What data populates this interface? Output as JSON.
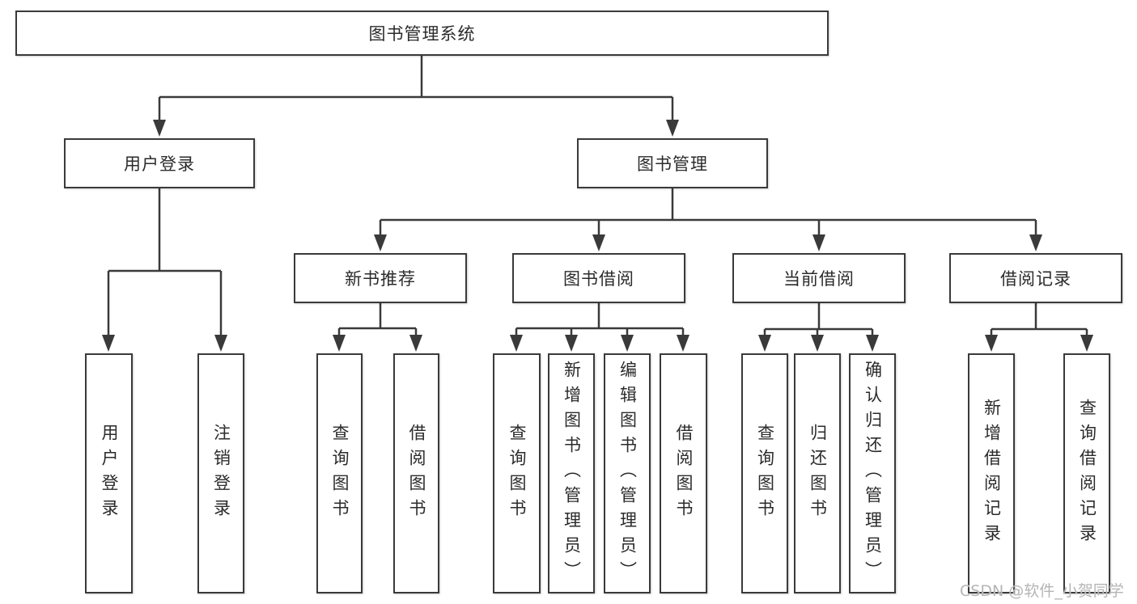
{
  "tree": {
    "root": {
      "label": "图书管理系统"
    },
    "branches": [
      {
        "label": "用户登录",
        "children": [
          "用户登录",
          "注销登录"
        ]
      },
      {
        "label": "图书管理",
        "sections": [
          {
            "label": "新书推荐",
            "children": [
              "查询图书",
              "借阅图书"
            ]
          },
          {
            "label": "图书借阅",
            "children": [
              "查询图书",
              "新增图书（管理员）",
              "编辑图书（管理员）",
              "借阅图书"
            ]
          },
          {
            "label": "当前借阅",
            "children": [
              "查询图书",
              "归还图书",
              "确认归还（管理员）"
            ]
          },
          {
            "label": "借阅记录",
            "children": [
              "新增借阅记录",
              "查询借阅记录"
            ]
          }
        ]
      }
    ]
  },
  "watermark": "CSDN @软件_小贺同学",
  "colors": {
    "line": "#3a3a3a",
    "text": "#2b2b2b",
    "background": "#ffffff",
    "watermark": "#b5b5b5"
  }
}
